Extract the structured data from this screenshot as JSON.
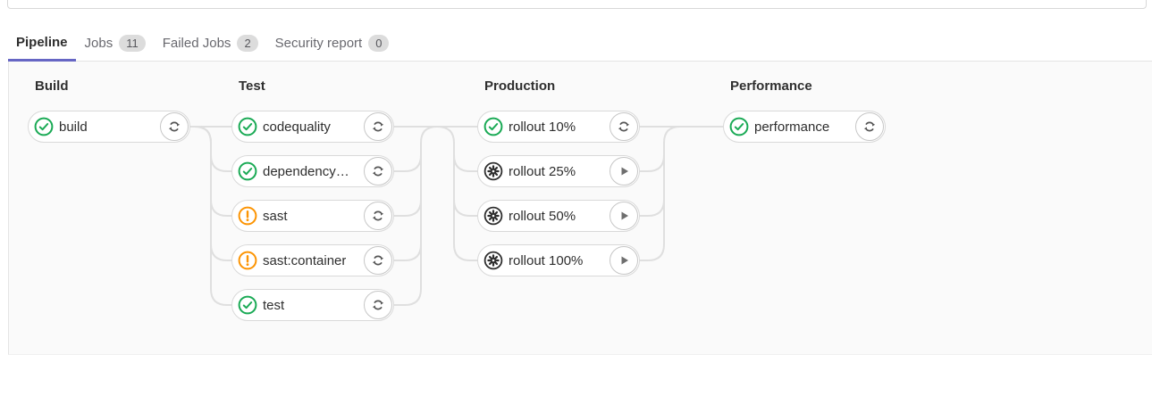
{
  "tabs": [
    {
      "label": "Pipeline",
      "active": true
    },
    {
      "label": "Jobs",
      "badge": "11"
    },
    {
      "label": "Failed Jobs",
      "badge": "2"
    },
    {
      "label": "Security report",
      "badge": "0"
    }
  ],
  "stages": [
    {
      "name": "Build",
      "jobs": [
        {
          "name": "build",
          "status": "success",
          "action": "retry"
        }
      ]
    },
    {
      "name": "Test",
      "jobs": [
        {
          "name": "codequality",
          "status": "success",
          "action": "retry"
        },
        {
          "name": "dependency_s…",
          "status": "success",
          "action": "retry"
        },
        {
          "name": "sast",
          "status": "warning",
          "action": "retry"
        },
        {
          "name": "sast:container",
          "status": "warning",
          "action": "retry"
        },
        {
          "name": "test",
          "status": "success",
          "action": "retry"
        }
      ]
    },
    {
      "name": "Production",
      "jobs": [
        {
          "name": "rollout 10%",
          "status": "success",
          "action": "retry"
        },
        {
          "name": "rollout 25%",
          "status": "manual",
          "action": "play"
        },
        {
          "name": "rollout 50%",
          "status": "manual",
          "action": "play"
        },
        {
          "name": "rollout 100%",
          "status": "manual",
          "action": "play"
        }
      ]
    },
    {
      "name": "Performance",
      "jobs": [
        {
          "name": "performance",
          "status": "success",
          "action": "retry"
        }
      ]
    }
  ],
  "icons": {
    "success": "status-success-icon",
    "warning": "status-warning-icon",
    "manual": "status-manual-gear-icon",
    "retry": "retry-icon",
    "play": "play-icon"
  },
  "colors": {
    "accent_purple": "#6666c4",
    "success_green": "#1aaa55",
    "warning_orange": "#fc9403",
    "manual_dark": "#2e2e2e",
    "connector_gray": "#dfdfdf",
    "panel_background": "#fafafa"
  }
}
